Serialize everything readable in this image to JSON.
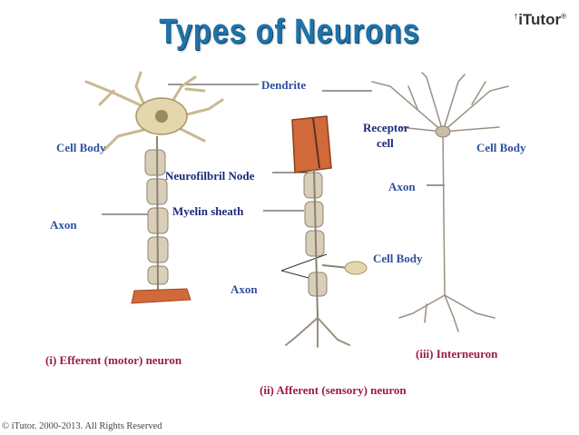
{
  "title": "Types of Neurons",
  "logo": {
    "text": "iTutor",
    "mark": "®"
  },
  "labels": {
    "dendrite": "Dendrite",
    "receptor_cell_line1": "Receptor",
    "receptor_cell_line2": "cell",
    "cell_body_left": "Cell Body",
    "cell_body_right": "Cell Body",
    "cell_body_middle": "Cell Body",
    "neurofibril_node": "Neurofilbril  Node",
    "myelin_sheath": "Myelin sheath",
    "axon_left": "Axon",
    "axon_right": "Axon",
    "axon_center": "Axon"
  },
  "captions": {
    "efferent": "(i) Efferent (motor) neuron",
    "afferent": "(ii) Afferent (sensory) neuron",
    "interneuron": "(iii) Interneuron"
  },
  "footer": "© iTutor. 2000-2013. All Rights Reserved",
  "colors": {
    "title": "#1e73a8",
    "label": "#2f4f9f",
    "caption": "#9b1b44",
    "receptor": "#d2693a"
  }
}
